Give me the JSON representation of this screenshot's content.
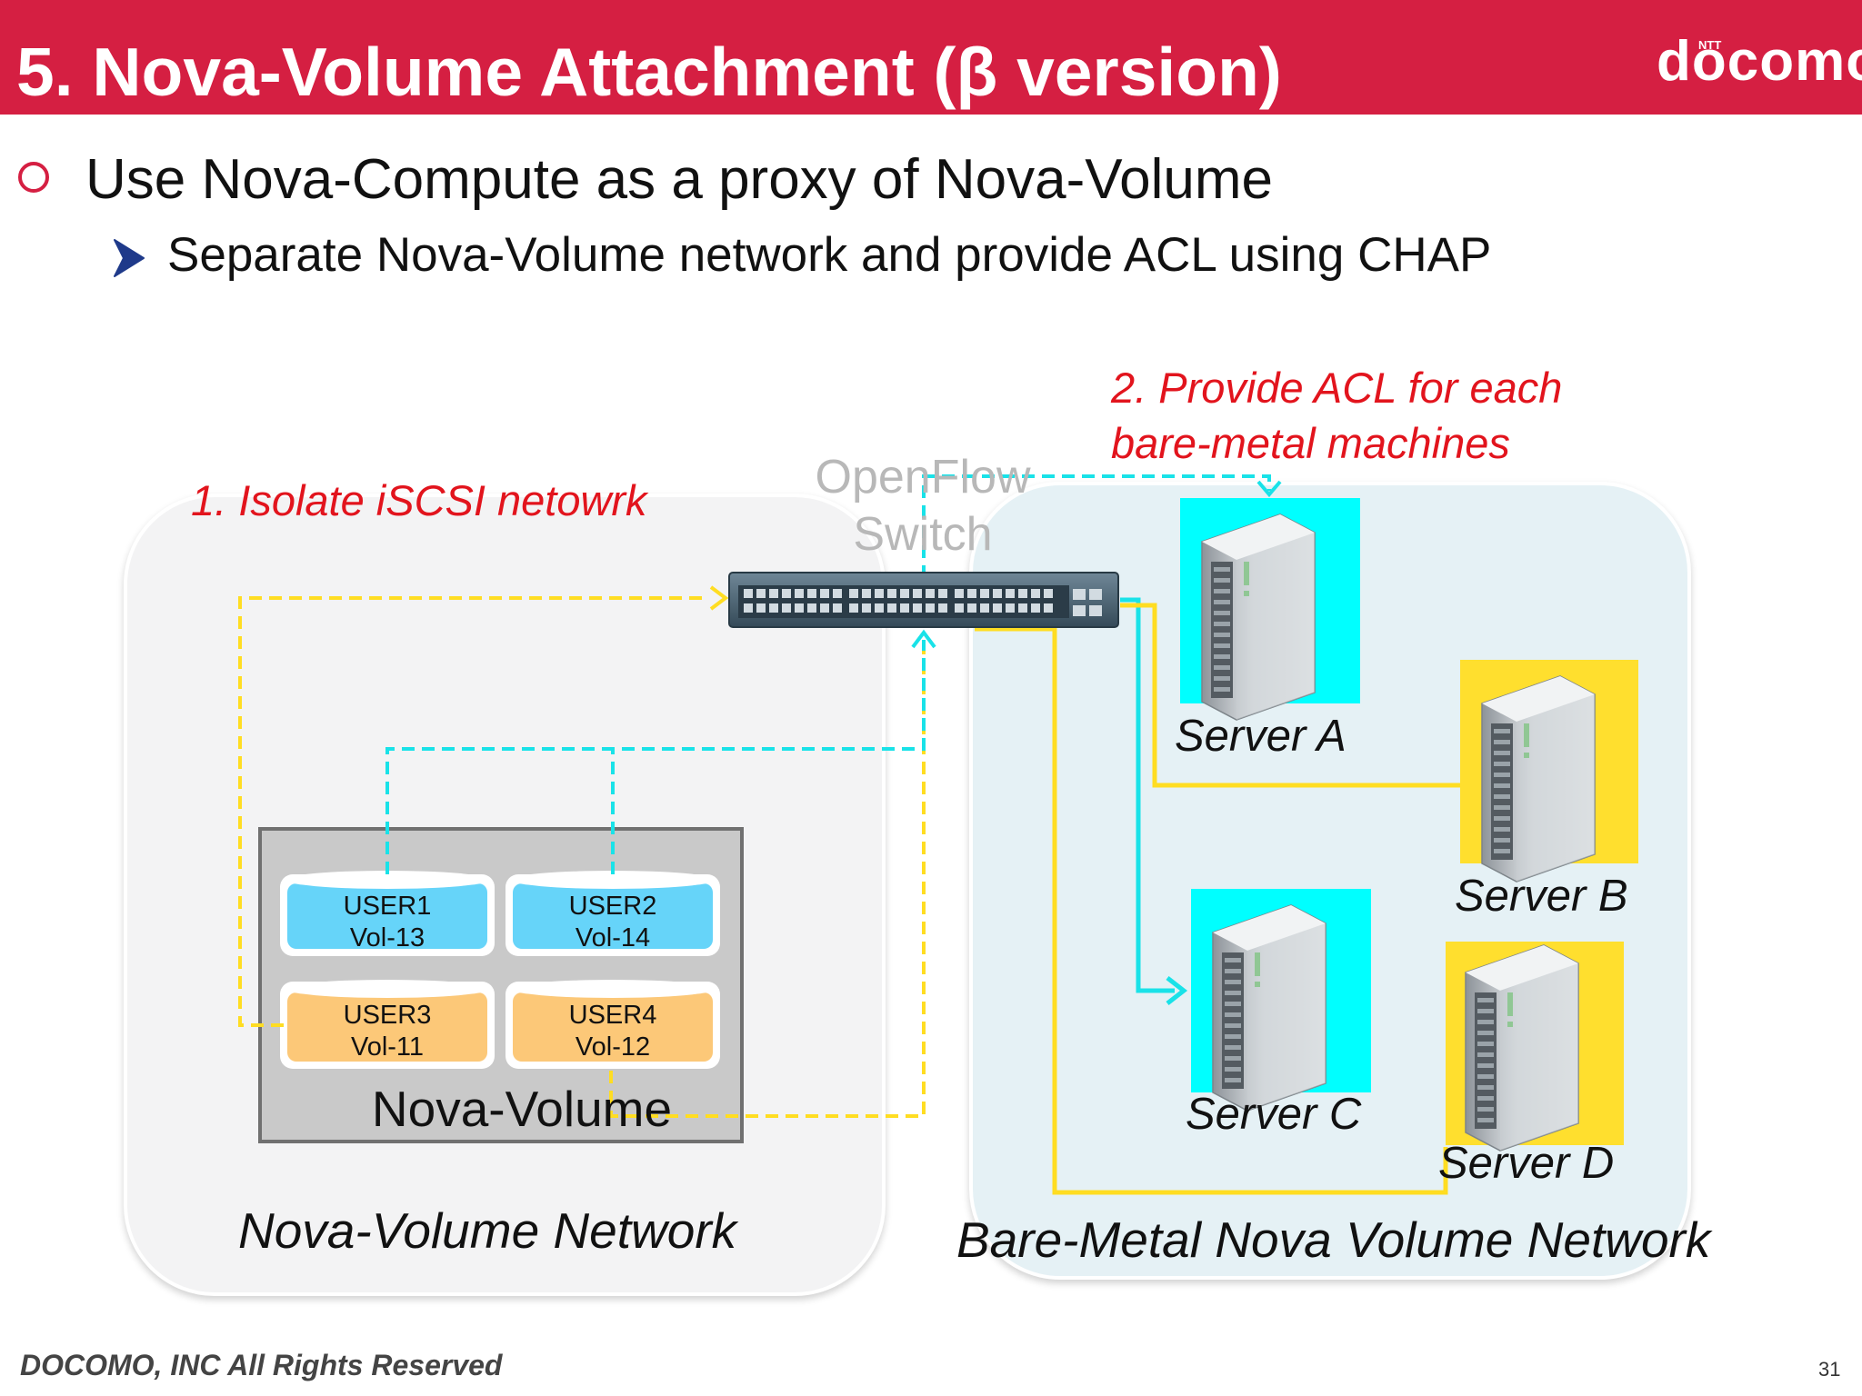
{
  "header": {
    "title": "5. Nova-Volume Attachment (β version)",
    "logo": "docomo",
    "logo_small": "NTT"
  },
  "bullets": [
    "Use Nova-Compute as a proxy of Nova-Volume",
    "Separate Nova-Volume network and provide ACL using CHAP"
  ],
  "diagram": {
    "annotation_isolate": "1. Isolate iSCSI netowrk",
    "annotation_acl_line1": "2. Provide ACL for each",
    "annotation_acl_line2": "bare-metal machines",
    "switch_line1": "OpenFlow",
    "switch_line2": "Switch",
    "volumes": [
      {
        "user": "USER1",
        "vol": "Vol-13",
        "color": "#66d4f9"
      },
      {
        "user": "USER2",
        "vol": "Vol-14",
        "color": "#66d4f9"
      },
      {
        "user": "USER3",
        "vol": "Vol-11",
        "color": "#fcc878"
      },
      {
        "user": "USER4",
        "vol": "Vol-12",
        "color": "#fcc878"
      }
    ],
    "nova_volume_label": "Nova-Volume",
    "left_network_label": "Nova-Volume Network",
    "right_network_label": "Bare-Metal Nova Volume Network",
    "servers": [
      {
        "name": "Server A",
        "bg": "#00ffff"
      },
      {
        "name": "Server B",
        "bg": "#ffdf2e"
      },
      {
        "name": "Server C",
        "bg": "#00ffff"
      },
      {
        "name": "Server D",
        "bg": "#ffdf2e"
      }
    ],
    "colors": {
      "cyan_link": "#19e2e8",
      "yellow_link": "#ffdd22",
      "accent_red": "#d51f42"
    }
  },
  "footer": {
    "copyright": "DOCOMO, INC All Rights Reserved",
    "page": "31"
  }
}
